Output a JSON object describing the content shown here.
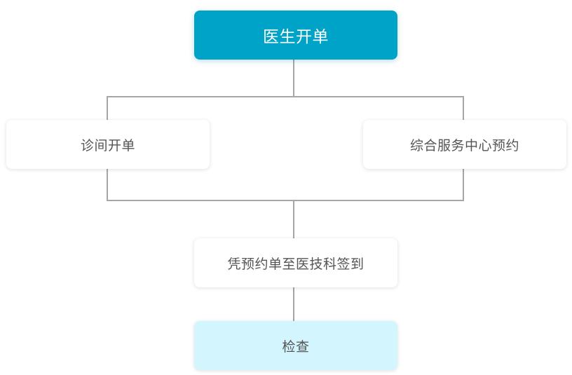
{
  "nodes": {
    "doctor_order": "医生开单",
    "clinic_order": "诊间开单",
    "service_center_booking": "综合服务中心预约",
    "checkin": "凭预约单至医技科签到",
    "examination": "检查"
  },
  "colors": {
    "primary": "#00a3c8",
    "final_fill": "#d3f5fd",
    "connector": "#a6a6a6",
    "node_text": "#555555"
  }
}
